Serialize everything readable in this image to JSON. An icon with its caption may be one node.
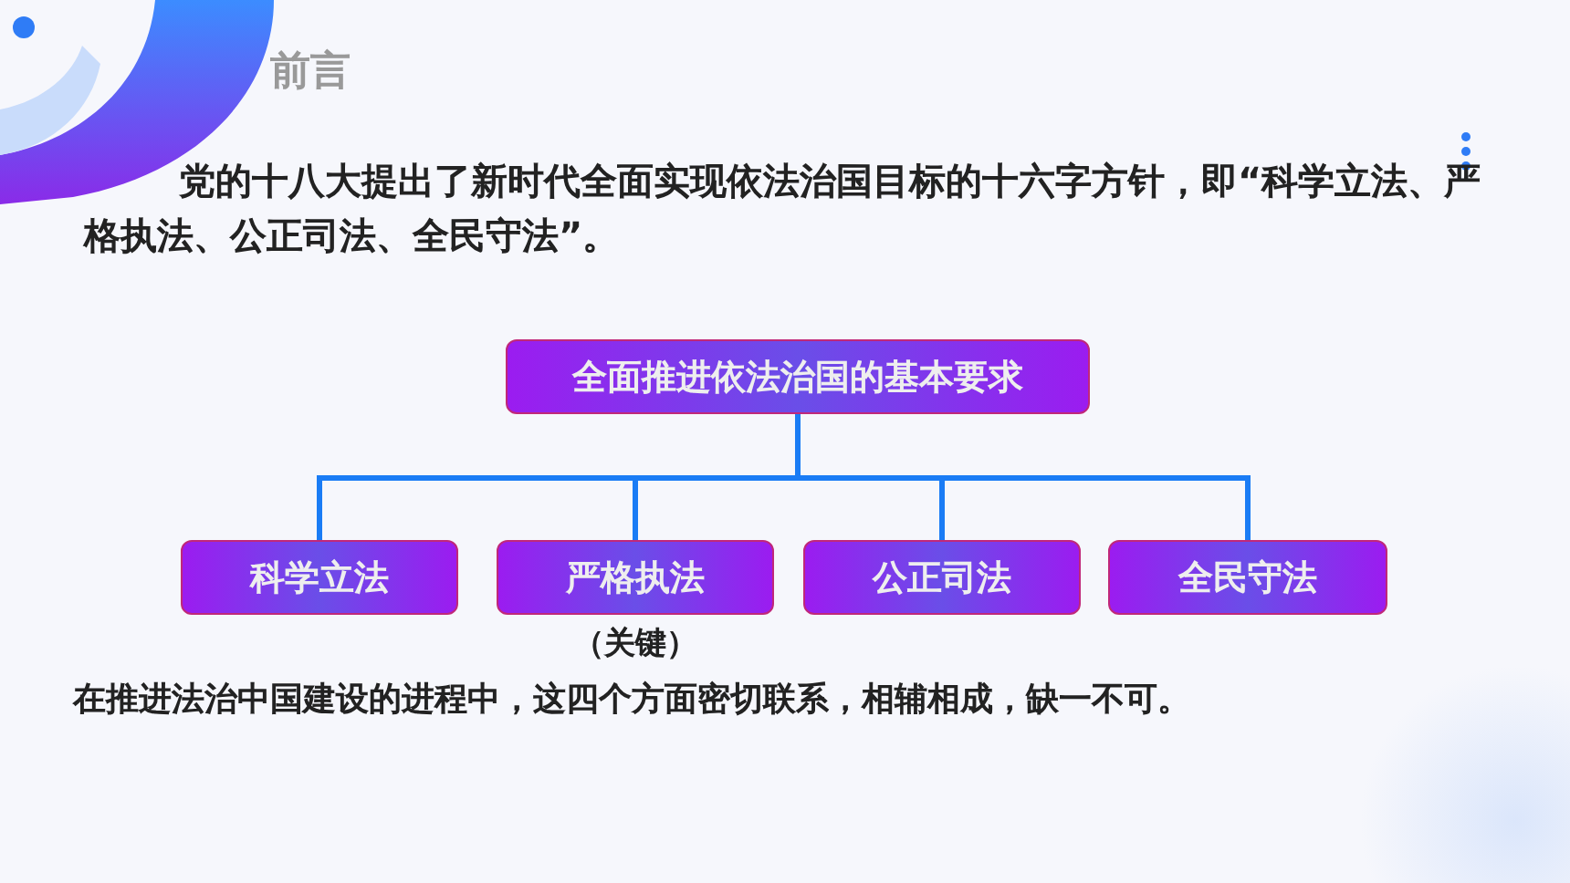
{
  "diagram": {
    "title": "前言",
    "nodes": [
      {
        "text": [
          "全面推进依法治国的基本要求"
        ]
      },
      {
        "text": [
          "科学立法"
        ]
      },
      {
        "text": [
          "严格执法"
        ],
        "beside": [
          "（关键）"
        ]
      },
      {
        "text": [
          "公正司法"
        ]
      },
      {
        "text": [
          "全民守法"
        ]
      }
    ],
    "edges": [
      {
        "from": 0,
        "to": 1,
        "arrow": "none"
      },
      {
        "from": 0,
        "to": 2,
        "arrow": "none"
      },
      {
        "from": 0,
        "to": 3,
        "arrow": "none"
      },
      {
        "from": 0,
        "to": 4,
        "arrow": "none"
      }
    ],
    "labels": [
      "党的十八大提出了新时代全面实现依法治国目标的十六字方针，即“科学立法、严格执法、公正司法、全民守法”。",
      "在推进法治中国建设的进程中，这四个方面密切联系，相辅相成，缺一不可。"
    ]
  }
}
